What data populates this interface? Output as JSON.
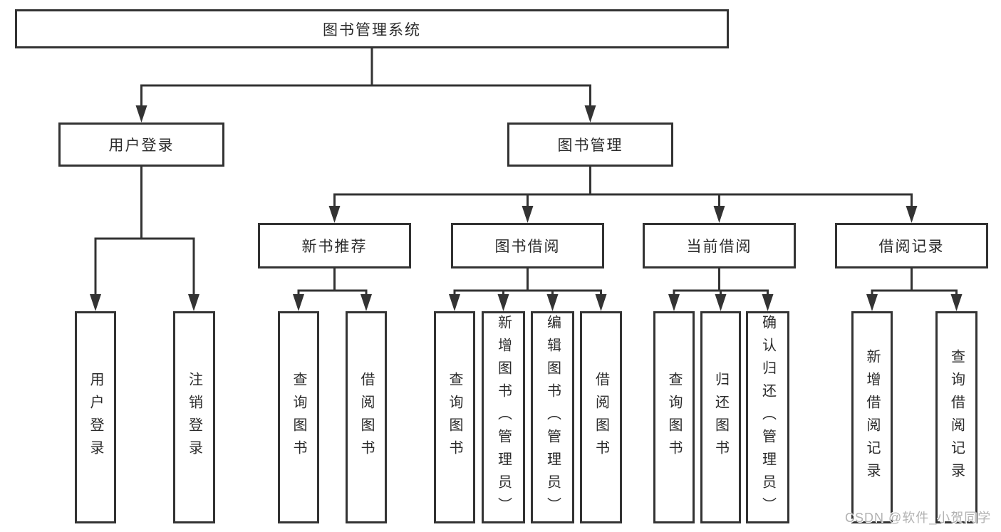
{
  "diagram": {
    "root": {
      "label": "图书管理系统"
    },
    "branches": [
      {
        "label": "用户登录",
        "children": [
          {
            "label": "用户登录"
          },
          {
            "label": "注销登录"
          }
        ]
      },
      {
        "label": "图书管理",
        "children": [
          {
            "label": "新书推荐",
            "children": [
              {
                "label": "查询图书"
              },
              {
                "label": "借阅图书"
              }
            ]
          },
          {
            "label": "图书借阅",
            "children": [
              {
                "label": "查询图书"
              },
              {
                "label": "新增图书（管理员）"
              },
              {
                "label": "编辑图书（管理员）"
              },
              {
                "label": "借阅图书"
              }
            ]
          },
          {
            "label": "当前借阅",
            "children": [
              {
                "label": "查询图书"
              },
              {
                "label": "归还图书"
              },
              {
                "label": "确认归还（管理员）"
              }
            ]
          },
          {
            "label": "借阅记录",
            "children": [
              {
                "label": "新增借阅记录"
              },
              {
                "label": "查询借阅记录"
              }
            ]
          }
        ]
      }
    ]
  },
  "watermark": {
    "text": "CSDN @软件_小贺同学"
  },
  "colors": {
    "line": "#333333",
    "box_border": "#333333",
    "text": "#2b2b2b",
    "watermark": "#b2b2b2",
    "background": "#ffffff"
  }
}
